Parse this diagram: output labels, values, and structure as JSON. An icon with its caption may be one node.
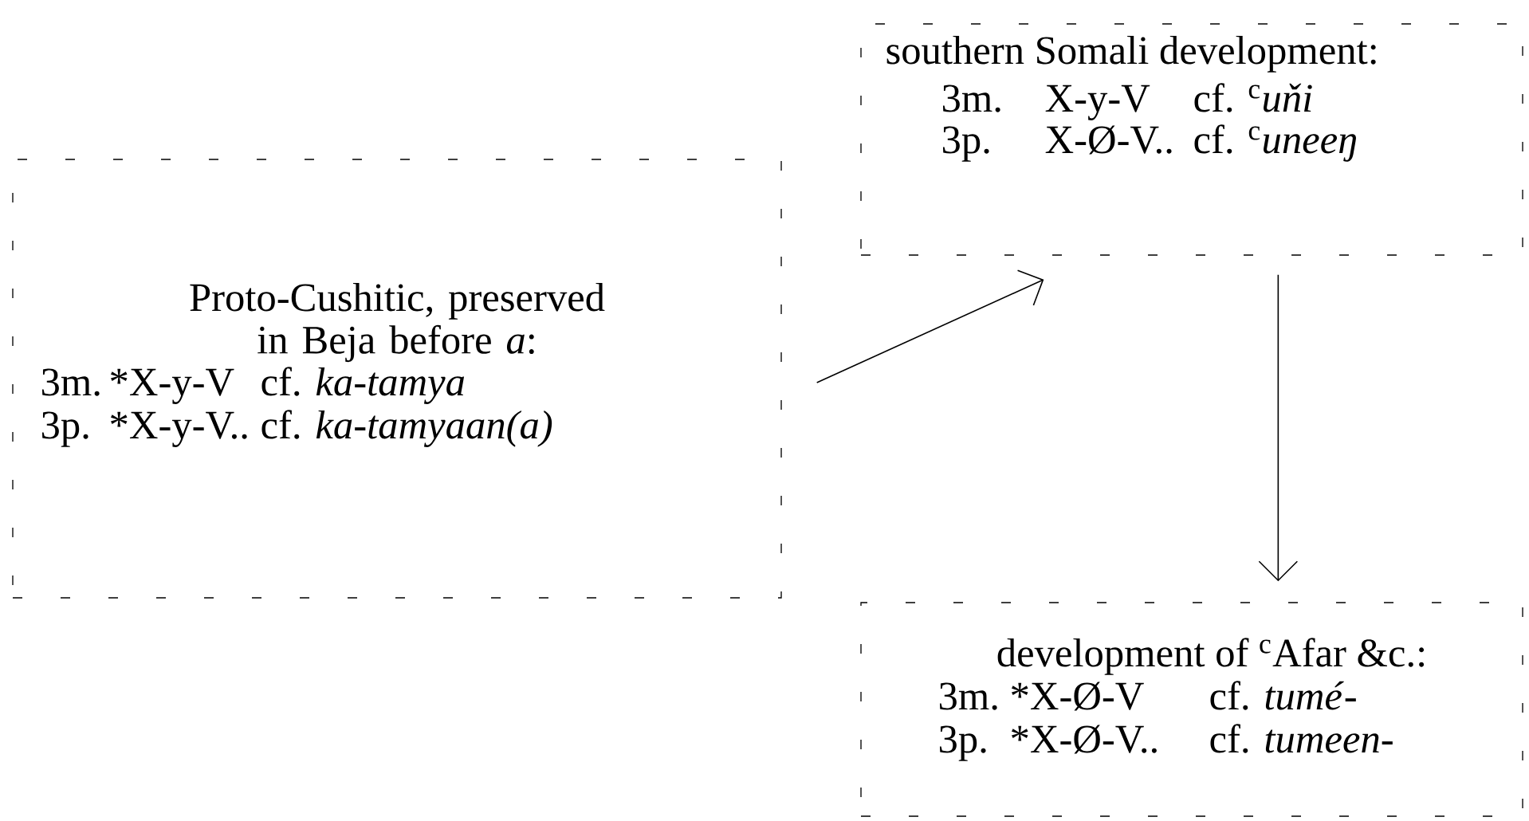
{
  "diagram": {
    "nodes": [
      {
        "text": [
          "Proto-Cushitic, preserved in Beja before *a*:",
          "3m.",
          "*X-y-V",
          "cf. *ka-tamya*",
          "3p.",
          "*X-y-V..",
          "cf. *ka-tamyaan(a)*"
        ]
      },
      {
        "text": [
          "southern Somali development:",
          "3m.",
          "X-y-V",
          "cf. $^{c}$*uňi*",
          "3p.",
          "X-Ø-V..",
          "cf. $^{c}$*uneeŋ*"
        ]
      },
      {
        "text": [
          "development of $^{c}$Afar &c.:",
          "3m.",
          "*X-Ø-V",
          "cf. *tumé*-",
          "3p.",
          "*X-Ø-V..",
          "cf. *tumeen*-"
        ]
      }
    ],
    "edges": [
      {
        "from": 0,
        "to": 1,
        "arrow": "to"
      },
      {
        "from": 1,
        "to": 2,
        "arrow": "to"
      }
    ]
  }
}
